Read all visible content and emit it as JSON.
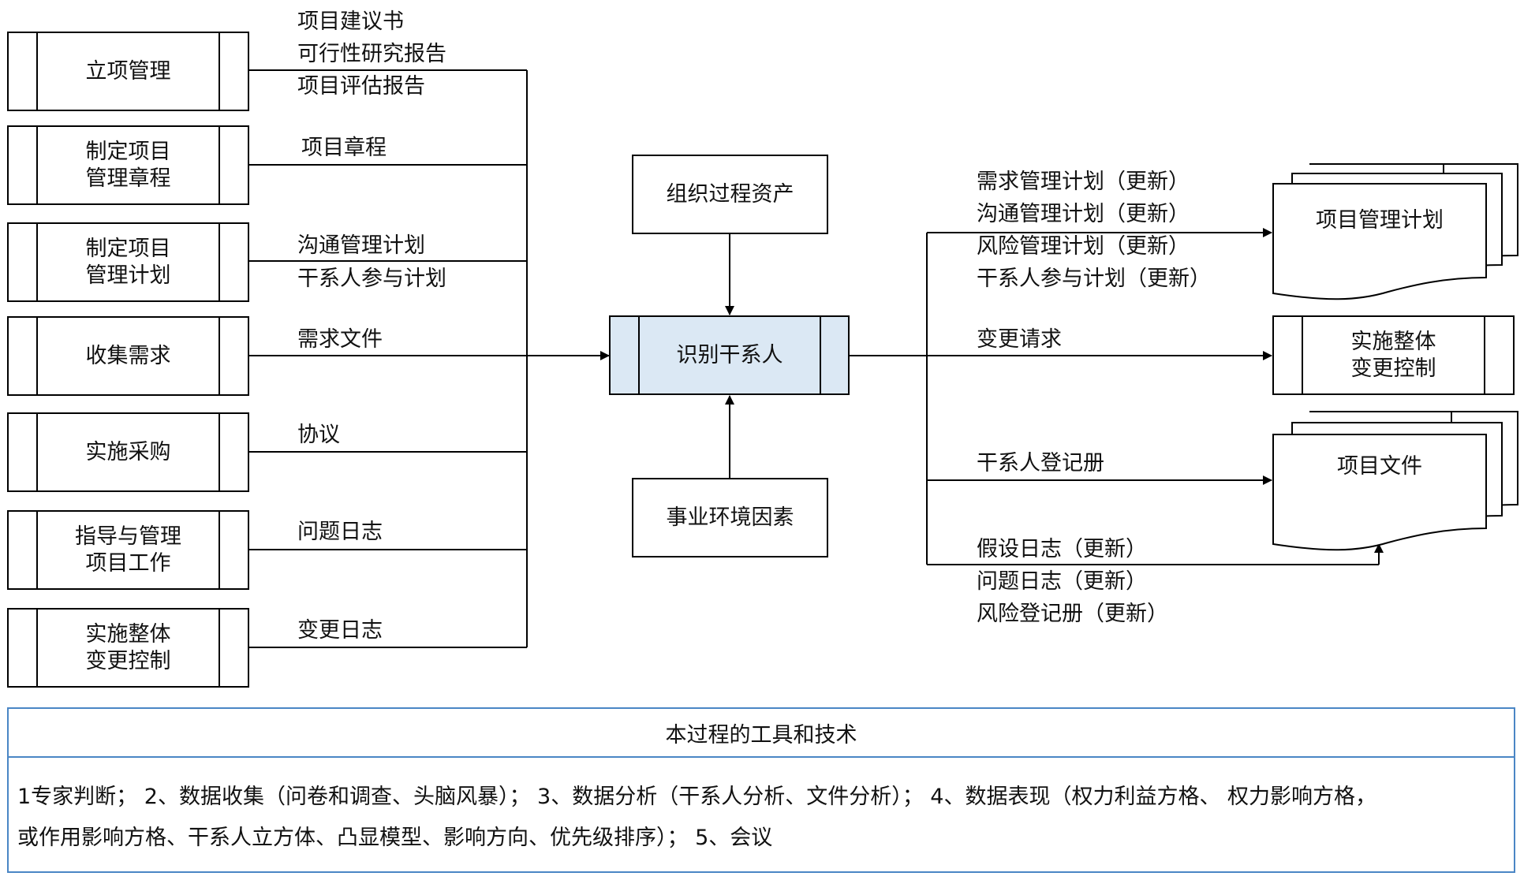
{
  "inputs": [
    {
      "box": "立项管理",
      "labels": [
        "项目建议书",
        "可行性研究报告",
        "项目评估报告"
      ]
    },
    {
      "box": [
        "制定项目",
        "管理章程"
      ],
      "labels": [
        "项目章程"
      ]
    },
    {
      "box": [
        "制定项目",
        "管理计划"
      ],
      "labels": [
        "沟通管理计划",
        "干系人参与计划"
      ]
    },
    {
      "box": "收集需求",
      "labels": [
        "需求文件"
      ]
    },
    {
      "box": "实施采购",
      "labels": [
        "协议"
      ]
    },
    {
      "box": [
        "指导与管理",
        "项目工作"
      ],
      "labels": [
        "问题日志"
      ]
    },
    {
      "box": [
        "实施整体",
        "变更控制"
      ],
      "labels": [
        "变更日志"
      ]
    }
  ],
  "center": {
    "process": "识别干系人",
    "top": "组织过程资产",
    "bottom": "事业环境因素"
  },
  "outputs": {
    "plan_labels": [
      "需求管理计划（更新）",
      "沟通管理计划（更新）",
      "风险管理计划（更新）",
      "干系人参与计划（更新）"
    ],
    "plan_box": "项目管理计划",
    "change_label": "变更请求",
    "change_box": [
      "实施整体",
      "变更控制"
    ],
    "register_label": "干系人登记册",
    "docs_box": "项目文件",
    "docs_labels": [
      "假设日志（更新）",
      "问题日志（更新）",
      "风险登记册（更新）"
    ]
  },
  "tools": {
    "title": "本过程的工具和技术",
    "line1": "1专家判断；  2、数据收集（问卷和调查、头脑风暴）；  3、数据分析（干系人分析、文件分析）；  4、数据表现（权力利益方格、 权力影响方格，",
    "line2": "或作用影响方格、干系人立方体、凸显模型、影响方向、优先级排序）；  5、会议"
  },
  "colors": {
    "process_fill": "#dbe8f4",
    "tools_border": "#4a86c5",
    "line": "#000000"
  }
}
